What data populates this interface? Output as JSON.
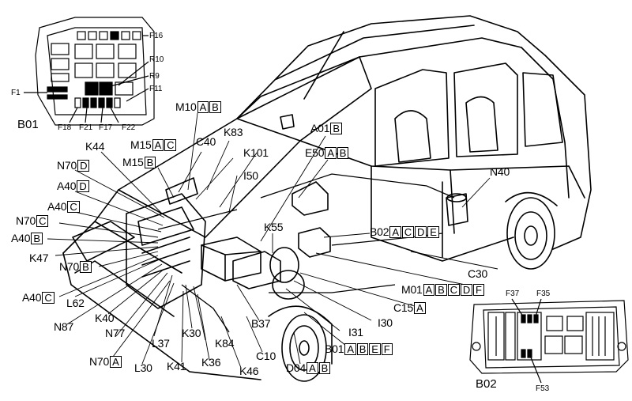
{
  "components": [
    {
      "id": "m10",
      "code": "M10",
      "variants": [
        "A",
        "B"
      ]
    },
    {
      "id": "k83",
      "code": "K83",
      "variants": []
    },
    {
      "id": "a01",
      "code": "A01",
      "variants": [
        "B"
      ]
    },
    {
      "id": "m15ac",
      "code": "M15",
      "variants": [
        "A",
        "C"
      ]
    },
    {
      "id": "c40",
      "code": "C40",
      "variants": []
    },
    {
      "id": "k101",
      "code": "K101",
      "variants": []
    },
    {
      "id": "e50",
      "code": "E50",
      "variants": [
        "A",
        "B"
      ]
    },
    {
      "id": "k44",
      "code": "K44",
      "variants": []
    },
    {
      "id": "m15b",
      "code": "M15",
      "variants": [
        "B"
      ]
    },
    {
      "id": "n70d",
      "code": "N70",
      "variants": [
        "D"
      ]
    },
    {
      "id": "i50",
      "code": "I50",
      "variants": []
    },
    {
      "id": "a40d",
      "code": "A40",
      "variants": [
        "D"
      ]
    },
    {
      "id": "n40",
      "code": "N40",
      "variants": []
    },
    {
      "id": "a40c1",
      "code": "A40",
      "variants": [
        "C"
      ]
    },
    {
      "id": "n70c",
      "code": "N70",
      "variants": [
        "C"
      ]
    },
    {
      "id": "a40b",
      "code": "A40",
      "variants": [
        "B"
      ]
    },
    {
      "id": "k55",
      "code": "K55",
      "variants": []
    },
    {
      "id": "b02",
      "code": "B02",
      "variants": [
        "A",
        "C",
        "D",
        "E"
      ]
    },
    {
      "id": "k47",
      "code": "K47",
      "variants": []
    },
    {
      "id": "n70b",
      "code": "N70",
      "variants": [
        "B"
      ]
    },
    {
      "id": "c30",
      "code": "C30",
      "variants": []
    },
    {
      "id": "m01",
      "code": "M01",
      "variants": [
        "A",
        "B",
        "C",
        "D",
        "F"
      ]
    },
    {
      "id": "a40c2",
      "code": "A40",
      "variants": [
        "C"
      ]
    },
    {
      "id": "l62",
      "code": "L62",
      "variants": []
    },
    {
      "id": "c15",
      "code": "C15",
      "variants": [
        "A"
      ]
    },
    {
      "id": "n87",
      "code": "N87",
      "variants": []
    },
    {
      "id": "k40",
      "code": "K40",
      "variants": []
    },
    {
      "id": "i30",
      "code": "I30",
      "variants": []
    },
    {
      "id": "b37",
      "code": "B37",
      "variants": []
    },
    {
      "id": "i31",
      "code": "I31",
      "variants": []
    },
    {
      "id": "n77",
      "code": "N77",
      "variants": []
    },
    {
      "id": "l37",
      "code": "L37",
      "variants": []
    },
    {
      "id": "k30",
      "code": "K30",
      "variants": []
    },
    {
      "id": "b01",
      "code": "B01",
      "variants": [
        "A",
        "B",
        "E",
        "F"
      ]
    },
    {
      "id": "k84",
      "code": "K84",
      "variants": []
    },
    {
      "id": "c10",
      "code": "C10",
      "variants": []
    },
    {
      "id": "n70a",
      "code": "N70",
      "variants": [
        "A"
      ]
    },
    {
      "id": "l30",
      "code": "L30",
      "variants": []
    },
    {
      "id": "k41",
      "code": "K41",
      "variants": []
    },
    {
      "id": "k36",
      "code": "K36",
      "variants": []
    },
    {
      "id": "k46",
      "code": "K46",
      "variants": []
    },
    {
      "id": "d04",
      "code": "D04",
      "variants": [
        "A",
        "B"
      ]
    }
  ],
  "fuse_box_b01": {
    "title": "B01",
    "fuses": [
      "F16",
      "R10",
      "R9",
      "F11",
      "F1",
      "F18",
      "F21",
      "F17",
      "F22"
    ]
  },
  "fuse_box_b02": {
    "title": "B02",
    "fuses": [
      "F37",
      "F35",
      "F53"
    ]
  }
}
